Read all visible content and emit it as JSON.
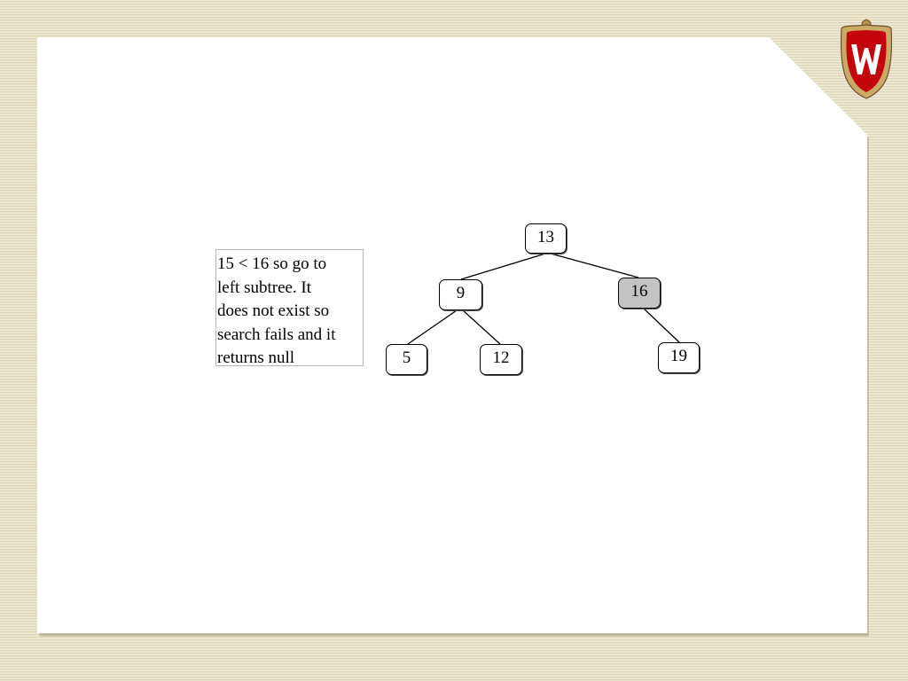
{
  "slide": {
    "logo": {
      "icon": "uw-crest-icon",
      "letter": "W",
      "colors": {
        "crest_red": "#c5050c",
        "crest_gold": "#b7934a",
        "crest_white": "#ffffff"
      }
    },
    "annotation": {
      "lines": [
        "15 < 16 so go to",
        "left subtree.  It",
        "does not exist so",
        "search fails and it",
        "returns null"
      ]
    },
    "tree": {
      "nodes": {
        "n13": {
          "label": "13",
          "highlighted": false
        },
        "n9": {
          "label": "9",
          "highlighted": false
        },
        "n16": {
          "label": "16",
          "highlighted": true
        },
        "n5": {
          "label": "5",
          "highlighted": false
        },
        "n12": {
          "label": "12",
          "highlighted": false
        },
        "n19": {
          "label": "19",
          "highlighted": false
        }
      },
      "edges": [
        [
          "n13",
          "n9"
        ],
        [
          "n13",
          "n16"
        ],
        [
          "n9",
          "n5"
        ],
        [
          "n9",
          "n12"
        ],
        [
          "n16",
          "n19"
        ]
      ],
      "colors": {
        "highlight_fill": "#c3c3c3",
        "node_fill": "#ffffff"
      }
    }
  }
}
